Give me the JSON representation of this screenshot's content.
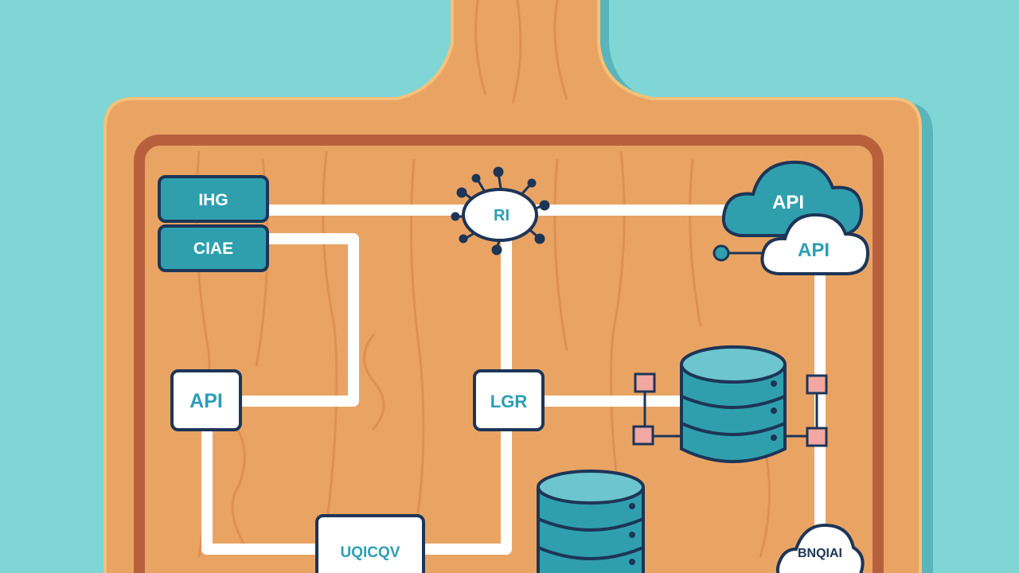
{
  "colors": {
    "background": "#7fd6d5",
    "board_wood": "#e9a464",
    "board_frame": "#b8603c",
    "connector": "#ffffff",
    "node_teal": "#2f9fae",
    "node_outline": "#1d3557",
    "node_label_text": "#2a9fb5",
    "port_pink": "#f2a7a3"
  },
  "nodes": {
    "top_box_1": "IHG",
    "top_box_2": "CIAE",
    "hub": "RI",
    "cloud_back": "API",
    "cloud_front": "API",
    "api_box": "API",
    "lgr_box": "LGR",
    "bottom_box": "UQICQV",
    "cloud_bottom": "BNQIAI"
  },
  "icons": {
    "database_right": "database-icon",
    "database_bottom": "database-icon",
    "hub": "network-hub-icon",
    "cloud": "cloud-icon"
  }
}
